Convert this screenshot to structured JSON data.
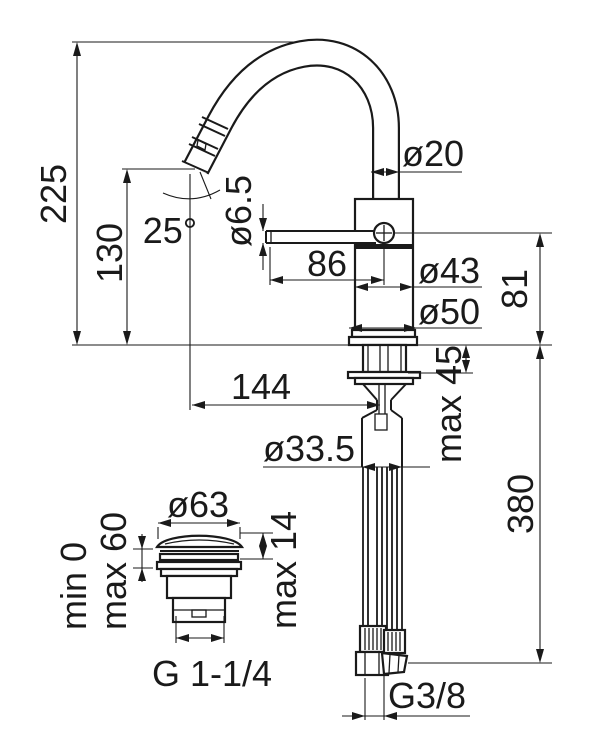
{
  "drawing": {
    "title": "bidet-mixer-technical-drawing",
    "line_color": "#1a1a1a",
    "background_color": "#ffffff"
  },
  "labels": {
    "spout_height": "225",
    "spout_outlet_height": "130",
    "spout_angle": "25°",
    "handle_diameter": "ø6.5",
    "spout_tube_diameter": "ø20",
    "handle_length": "86",
    "body_diameter": "ø43",
    "base_diameter": "ø50",
    "body_height": "81",
    "max_deck_thickness": "max 45",
    "spout_reach": "144",
    "shank_diameter": "ø33.5",
    "hose_length": "380",
    "waste_cap_diameter": "ø63",
    "waste_deck_min": "min 0",
    "waste_deck_max": "max 60",
    "waste_cap_height": "max 14",
    "waste_thread": "G 1-1/4",
    "hose_thread": "G3/8"
  }
}
